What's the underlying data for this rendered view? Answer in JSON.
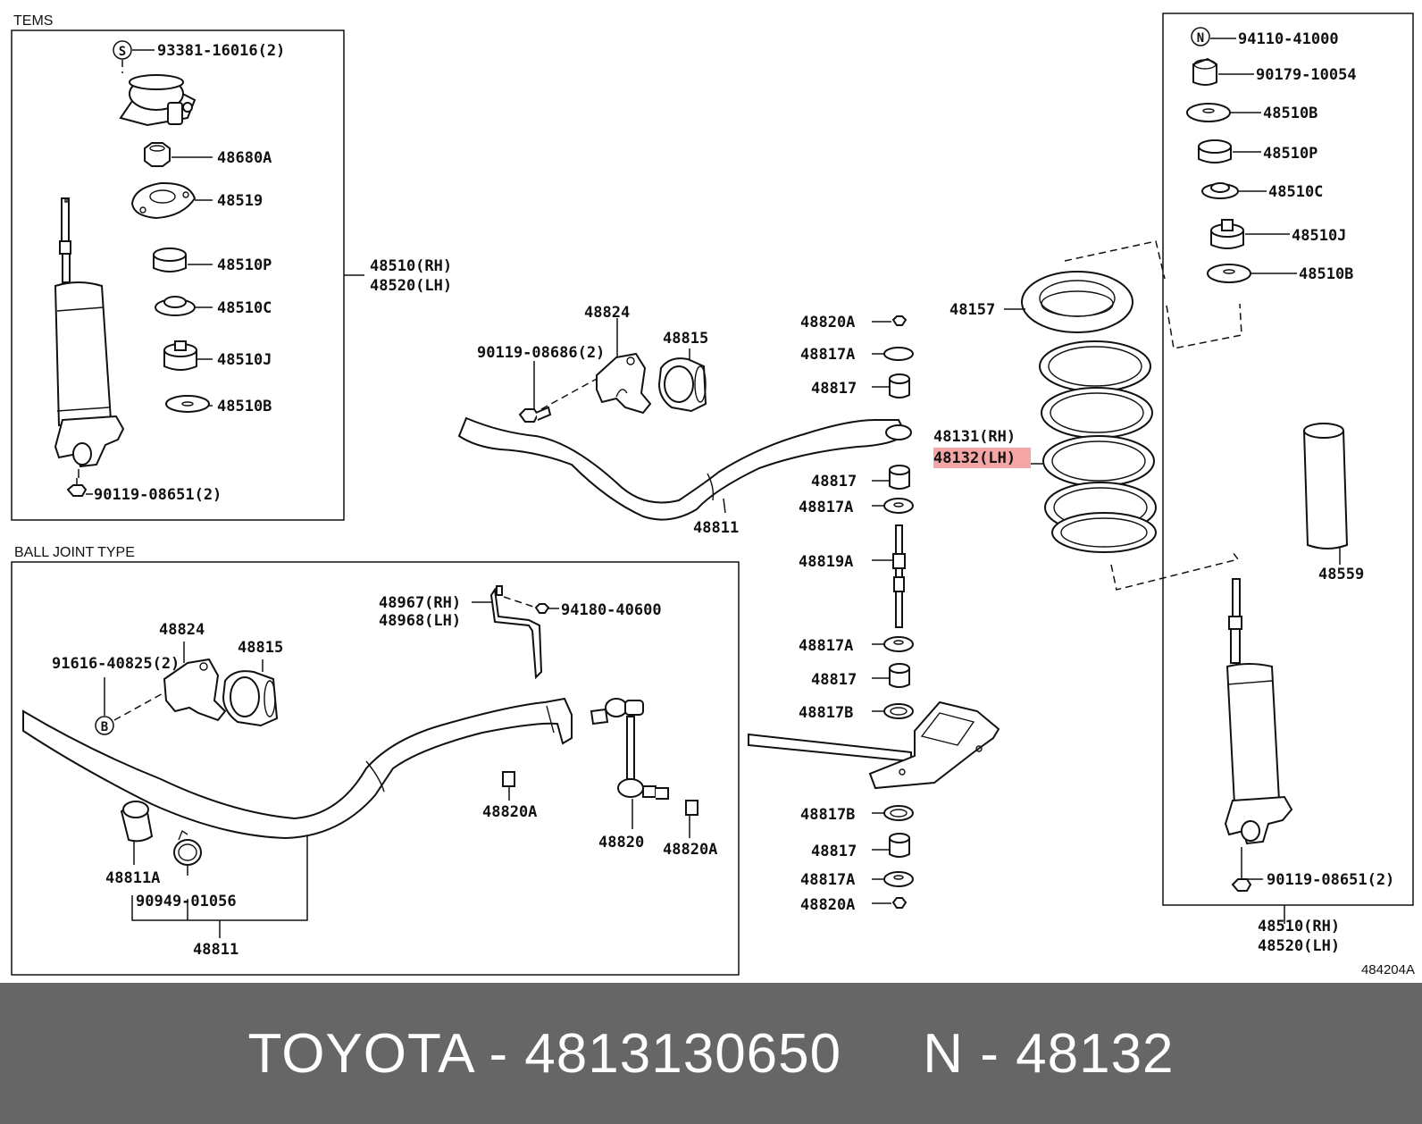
{
  "diagram": {
    "box_titles": {
      "tems": "TEMS",
      "ball_joint": "BALL JOINT TYPE"
    },
    "figure_id": "484204A",
    "highlight_color": "#f4a6a6",
    "labels": {
      "p1": "93381-16016(2)",
      "p2": "48680A",
      "p3": "48519",
      "p4": "48510P",
      "p5": "48510C",
      "p6": "48510J",
      "p7": "48510B",
      "p8": "90119-08651(2)",
      "p9": "48510(RH)",
      "p10": "48520(LH)",
      "p11": "48824",
      "p12": "90119-08686(2)",
      "p13": "48815",
      "p14": "48811",
      "p15": "48820A",
      "p16": "48817A",
      "p17": "48817",
      "p18": "48817",
      "p19": "48817A",
      "p20": "48819A",
      "p21": "48817A",
      "p22": "48817",
      "p23": "48817B",
      "p24": "48817B",
      "p25": "48817",
      "p26": "48817A",
      "p27": "48820A",
      "p28": "48157",
      "p29": "48131(RH)",
      "p30": "48132(LH)",
      "p31": "94110-41000",
      "p32": "90179-10054",
      "p33": "48510B",
      "p34": "48510P",
      "p35": "48510C",
      "p36": "48510J",
      "p37": "48510B",
      "p38": "48559",
      "p39": "90119-08651(2)",
      "p40": "48510(RH)",
      "p41": "48520(LH)",
      "p42": "48967(RH)",
      "p43": "48968(LH)",
      "p44": "94180-40600",
      "p45": "48824",
      "p46": "48815",
      "p47": "91616-40825(2)",
      "p48": "48820A",
      "p49": "48820",
      "p50": "48820A",
      "p51": "48811A",
      "p52": "90949-01056",
      "p53": "48811"
    },
    "markers": {
      "s": "S",
      "n": "N",
      "b": "B"
    }
  },
  "footer": {
    "brand": "TOYOTA",
    "part_number": "4813130650",
    "catalog_number": "N - 48132",
    "text": "TOYOTA - 4813130650     N - 48132"
  }
}
